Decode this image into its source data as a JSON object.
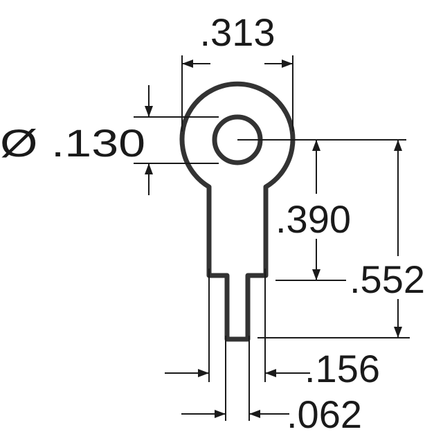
{
  "dimensions": {
    "overall_width": ".313",
    "hole_diameter": "Ø .130",
    "hole_to_shoulder": ".390",
    "hole_to_end": ".552",
    "shank_width": ".156",
    "tip_width": ".062"
  },
  "colors": {
    "background": "#ffffff",
    "part_outline": "#333333",
    "dimension_lines": "#1a1a1a"
  }
}
